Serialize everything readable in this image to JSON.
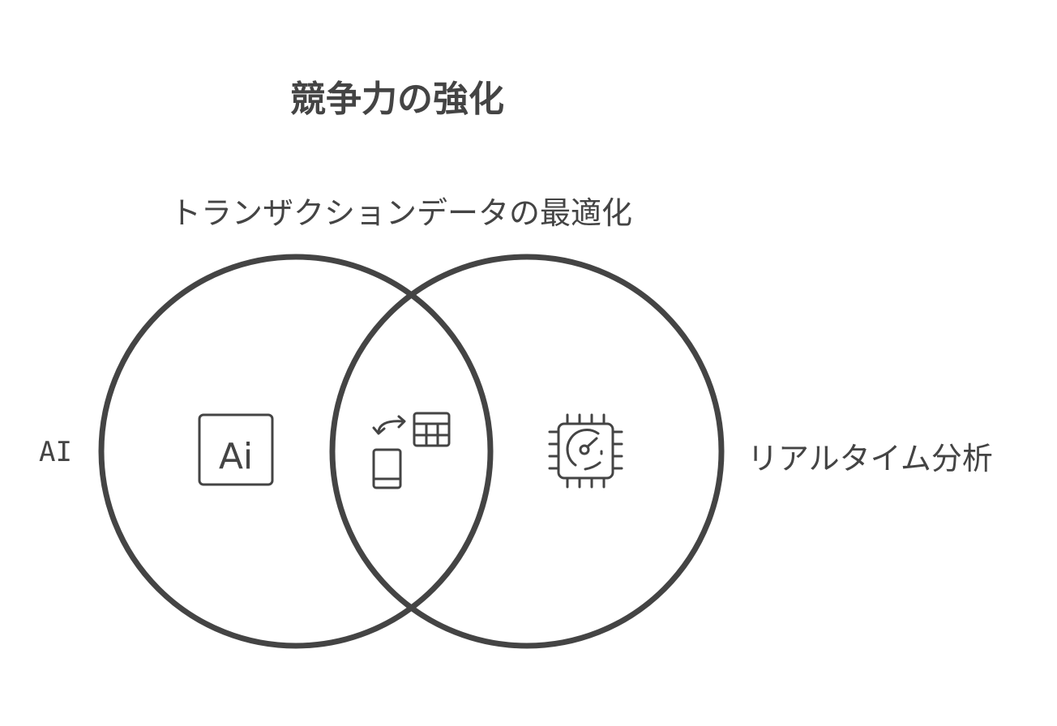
{
  "title": "競争力の強化",
  "labels": {
    "top": "トランザクションデータの最適化",
    "left": "AI",
    "right": "リアルタイム分析"
  },
  "icons": {
    "left": "ai-logo-icon",
    "center": "phone-table-sync-icon",
    "right": "chip-gauge-icon",
    "ai_icon_text": "Ai"
  },
  "colors": {
    "stroke": "#444444"
  }
}
